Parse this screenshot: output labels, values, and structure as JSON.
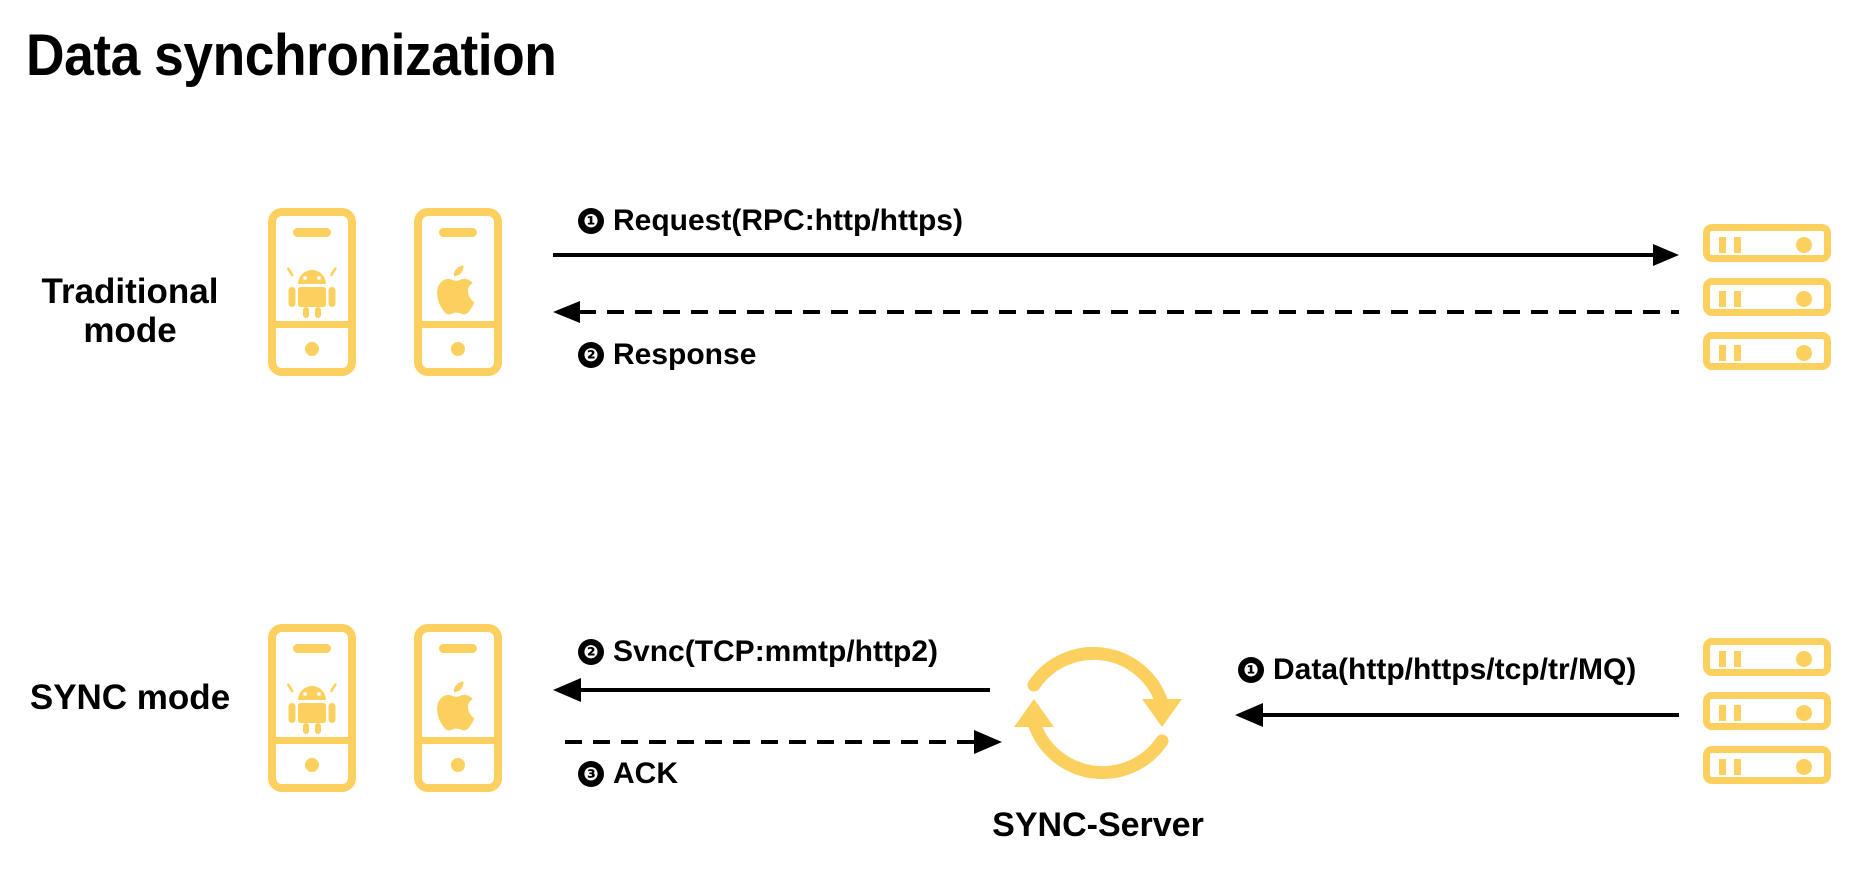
{
  "title": "Data synchronization",
  "colors": {
    "accent_yellow": "#FBD05F",
    "line_black": "#000000",
    "background": "#FFFFFF"
  },
  "rows": [
    {
      "id": "traditional",
      "label": "Traditional\nmode",
      "devices": [
        {
          "name": "android-phone",
          "glyph": "android-icon"
        },
        {
          "name": "apple-phone",
          "glyph": "apple-icon"
        }
      ],
      "server": {
        "name": "server-stack",
        "units": 3
      },
      "steps": [
        {
          "number": "❶",
          "text": "Request(RPC:http/https)",
          "direction": "right",
          "style": "solid"
        },
        {
          "number": "❷",
          "text": "Response",
          "direction": "left",
          "style": "dashed"
        }
      ]
    },
    {
      "id": "sync",
      "label": "SYNC mode",
      "devices": [
        {
          "name": "android-phone",
          "glyph": "android-icon"
        },
        {
          "name": "apple-phone",
          "glyph": "apple-icon"
        }
      ],
      "hub": {
        "name": "sync-server",
        "caption": "SYNC-Server",
        "glyph": "sync-circle-icon"
      },
      "server": {
        "name": "server-stack",
        "units": 3
      },
      "steps": [
        {
          "number": "❷",
          "text": "Svnc(TCP:mmtp/http2)",
          "direction": "left",
          "style": "solid"
        },
        {
          "number": "❸",
          "text": "ACK",
          "direction": "right",
          "style": "dashed"
        },
        {
          "number": "❶",
          "text": "Data(http/https/tcp/tr/MQ)",
          "direction": "left",
          "style": "solid"
        }
      ]
    }
  ],
  "badges": {
    "one": "❶",
    "two": "❷",
    "three": "❸"
  }
}
